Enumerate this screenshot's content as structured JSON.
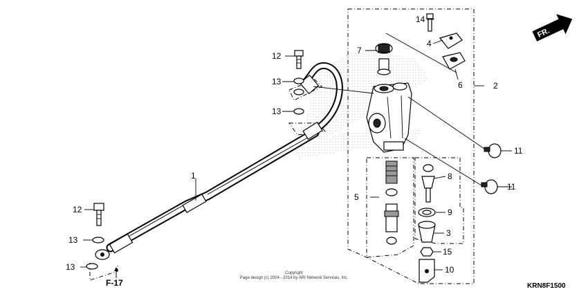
{
  "callouts": {
    "c1": "1",
    "c2": "2",
    "c3": "3",
    "c4": "4",
    "c5": "5",
    "c6": "6",
    "c7": "7",
    "c8": "8",
    "c9": "9",
    "c10": "10",
    "c11a": "11",
    "c11b": "11",
    "c12a": "12",
    "c12b": "12",
    "c13a": "13",
    "c13b": "13",
    "c13c": "13",
    "c13d": "13",
    "c14": "14",
    "c15": "15"
  },
  "reference_label": "F-17",
  "direction_label": "FR.",
  "copyright_line1": "Copyright",
  "copyright_line2": "Page design (c) 2004 - 2014 by ARI Network Services, Inc.",
  "diagram_code": "KRN8F1500",
  "colors": {
    "line": "#000000",
    "background": "#ffffff",
    "watermark": "#c8c8c8"
  }
}
